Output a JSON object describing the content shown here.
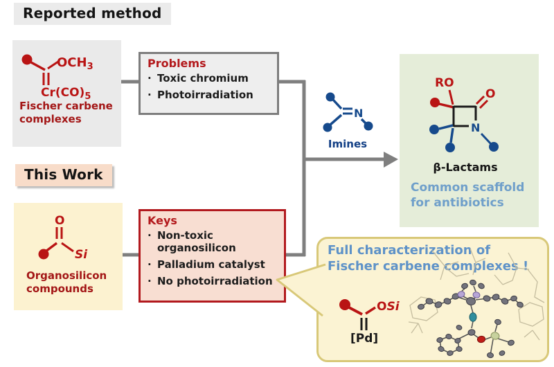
{
  "reported_method": {
    "title": "Reported method"
  },
  "fischer": {
    "och": "OCH",
    "och_sub": "3",
    "cr": "Cr(CO)",
    "cr_sub": "5",
    "label1": "Fischer carbene",
    "label2": "complexes"
  },
  "problems": {
    "title": "Problems",
    "bullet": "·",
    "items": [
      "Toxic chromium",
      "Photoirradiation"
    ]
  },
  "this_work": {
    "title": "This Work"
  },
  "organosilicon": {
    "o": "O",
    "si": "Si",
    "label1": "Organosilicon",
    "label2": "compounds"
  },
  "keys": {
    "title": "Keys",
    "bullet": "·",
    "items": [
      "Non-toxic organosilicon",
      "Palladium catalyst",
      "No photoirradiation"
    ]
  },
  "imines": {
    "n": "N",
    "label": "Imines"
  },
  "beta_lactam": {
    "ro": "RO",
    "o": "O",
    "n": "N",
    "label": "β-Lactams",
    "caption1": "Common scaffold",
    "caption2": "for antibiotics"
  },
  "callout": {
    "title1": "Full characterization of",
    "title2": "Fischer carbene complexes !",
    "o": "O",
    "si": "Si",
    "pd": "[Pd]"
  },
  "colors": {
    "structure_red": "#b91414",
    "dark_red_text": "#a31616",
    "list_title_red": "#b3191c",
    "imine_blue": "#164a8c",
    "callout_title_blue": "#5e92c8",
    "green_caption_blue": "#6f9fca",
    "connector_gray": "#7f7f7f",
    "fischer_box_bg": "#eaeaea",
    "this_work_bg": "#f8dcc9",
    "organo_box_bg": "#fcf2d0",
    "keys_bg": "#f8ded2",
    "keys_border": "#b2191e",
    "green_bg": "#e5edd9",
    "callout_bg": "#fbf3d3",
    "callout_border": "#d8c878"
  }
}
